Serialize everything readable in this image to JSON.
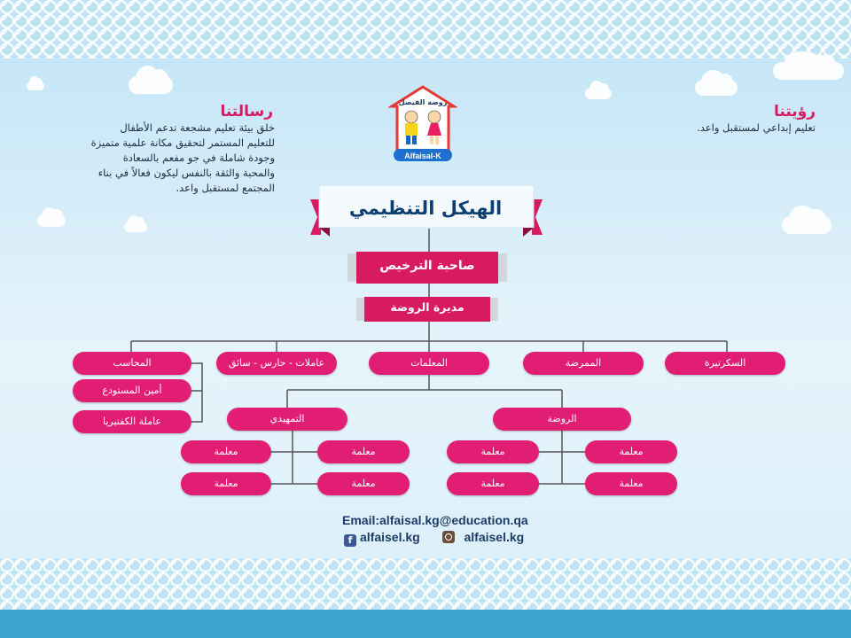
{
  "logo": {
    "arabic": "روضة الفيصل",
    "latin": "Alfaisal-K"
  },
  "mission": {
    "title": "رسالتنا",
    "lines": [
      "خلق بيئة تعليم مشجعة تدعم الأطفال",
      "للتعليم المستمر لتحقيق مكانة علمية متميزة",
      "وجودة شاملة في جو مفعم بالسعادة",
      "والمحبة والثقة بالنفس ليكون فعالاً في بناء",
      "المجتمع لمستقبل واعد."
    ]
  },
  "vision": {
    "title": "رؤيتنا",
    "text": "تعليم إبداعي لمستقبل واعد."
  },
  "chart": {
    "title": "الهيكل التنظيمي",
    "license_holder": "صاحبة الترخيص",
    "principal": "مديرة الروضة",
    "departments": {
      "accountant": "المحاسب",
      "workers": "عاملات - حارس - سائق",
      "teachers": "المعلمات",
      "nurse": "الممرضة",
      "secretary": "السكرتيرة"
    },
    "accountant_sub": {
      "storekeeper": "أمين المستودع",
      "cafeteria": "عاملة الكفتيريا"
    },
    "stages": {
      "preparatory": "التمهيدي",
      "kindergarten": "الروضة"
    },
    "teacher_label": "معلمة"
  },
  "contact": {
    "email": "Email:alfaisal.kg@education.qa",
    "facebook": "alfaisel.kg",
    "instagram": "alfaisel.kg"
  },
  "colors": {
    "pink": "#e11d74",
    "navy": "#0d3f73",
    "sky": "#bfe3f6"
  }
}
